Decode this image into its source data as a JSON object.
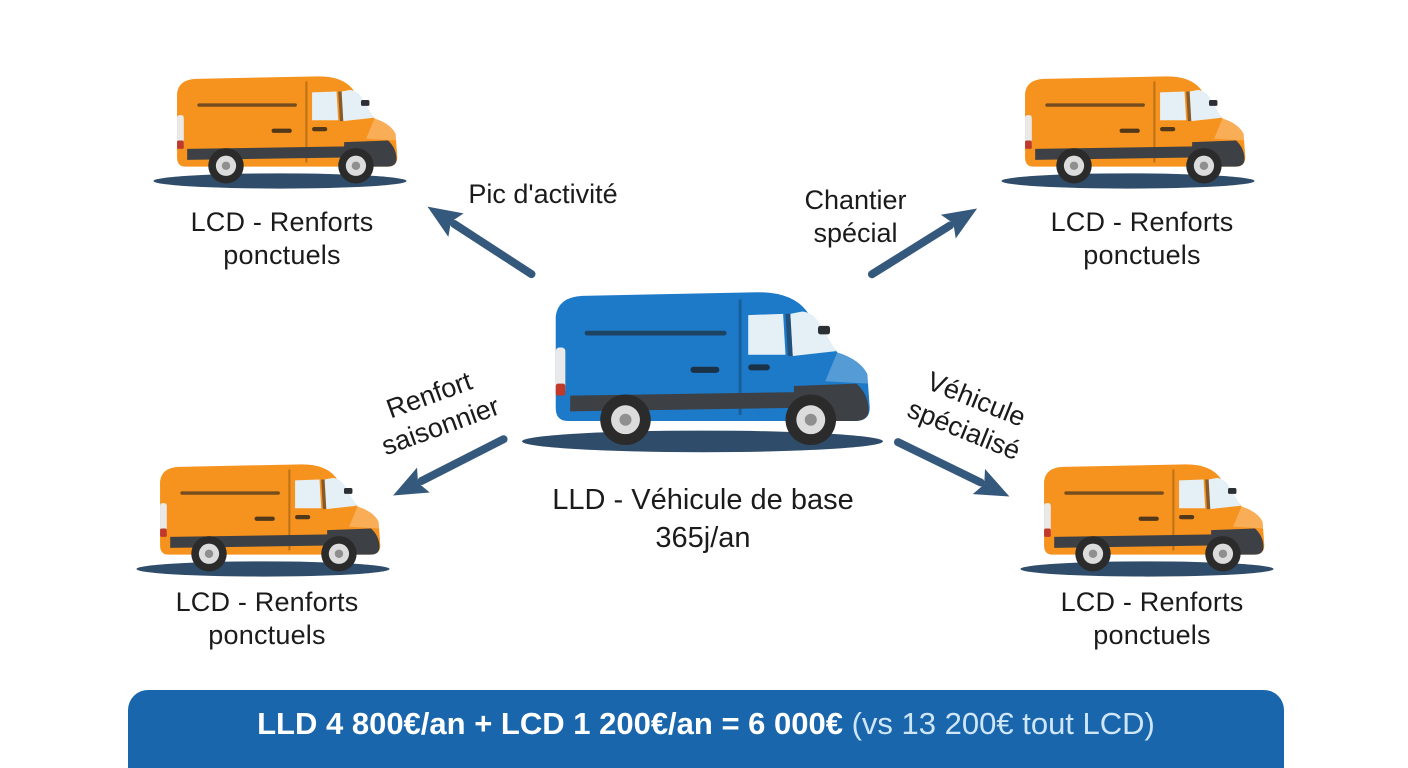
{
  "colors": {
    "background": "#ffffff",
    "van_orange": "#f6921e",
    "van_blue": "#1d7ac9",
    "van_dark_trim": "#3d4044",
    "van_window": "#e4f0f6",
    "arrow": "#35597c",
    "shadow": "#2f4d6b",
    "banner_bg": "#1a66ac",
    "banner_text": "#ffffff",
    "banner_text_secondary": "#cfe6f7",
    "label_text": "#1b1b1b"
  },
  "center": {
    "van": "blue-van",
    "label_line1": "LLD - Véhicule de base",
    "label_line2": "365j/an"
  },
  "satellites": [
    {
      "position": "top-left",
      "van": "orange-van",
      "van_label": "LCD - Renforts ponctuels",
      "arrow_label": "Pic d'activité"
    },
    {
      "position": "top-right",
      "van": "orange-van",
      "van_label": "LCD - Renforts ponctuels",
      "arrow_label": "Chantier spécial"
    },
    {
      "position": "bottom-left",
      "van": "orange-van",
      "van_label": "LCD - Renforts ponctuels",
      "arrow_label": "Renfort saisonnier"
    },
    {
      "position": "bottom-right",
      "van": "orange-van",
      "van_label": "LCD - Renforts ponctuels",
      "arrow_label": "Véhicule spécialisé"
    }
  ],
  "banner": {
    "main_text": "LLD 4 800€/an + LCD 1 200€/an = 6 000€ ",
    "secondary_text": "(vs 13 200€ tout LCD)"
  }
}
